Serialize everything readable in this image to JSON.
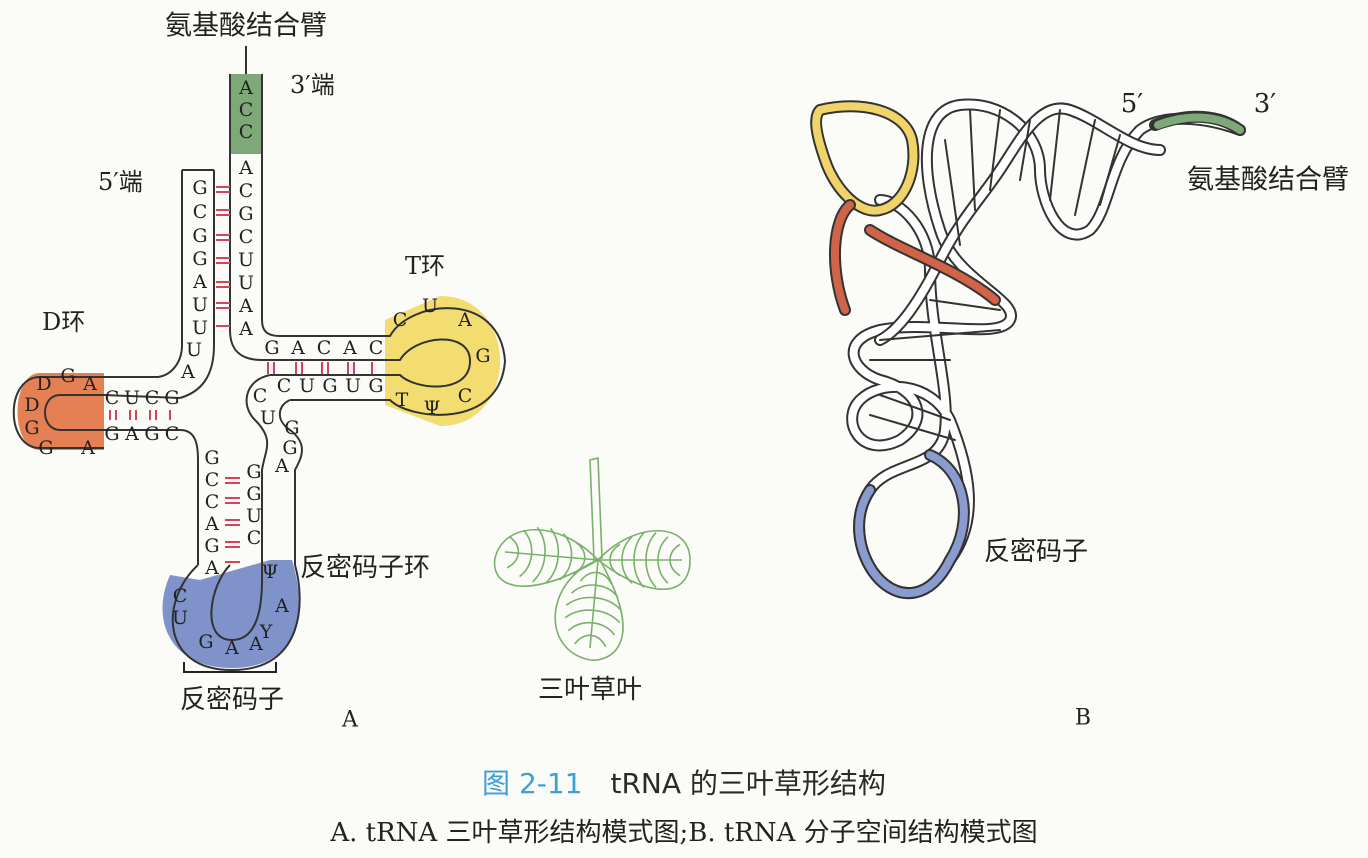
{
  "panelA": {
    "arm_label": "氨基酸结合臂",
    "end3_label": "3′端",
    "end5_label": "5′端",
    "dloop_label": "D环",
    "tloop_label": "T环",
    "anticodon_loop_label": "反密码子环",
    "anticodon_label": "反密码子",
    "clover_label": "三叶草叶",
    "panel_letter": "A",
    "seq_acc_end": [
      "A",
      "C",
      "C"
    ],
    "seq_acceptor_3": [
      "A",
      "C",
      "G",
      "C",
      "U",
      "U",
      "A",
      "A"
    ],
    "seq_acceptor_5": [
      "G",
      "C",
      "G",
      "G",
      "A",
      "U",
      "U",
      "U",
      "A"
    ],
    "seq_d_stem_top": [
      "C",
      "U",
      "C",
      "G"
    ],
    "seq_d_stem_bottom": [
      "G",
      "A",
      "G",
      "C"
    ],
    "seq_d_loop": [
      "A",
      "G",
      "D",
      "D",
      "G",
      "G",
      "A"
    ],
    "seq_t_stem_top": [
      "G",
      "A",
      "C",
      "A",
      "C"
    ],
    "seq_t_stem_bottom": [
      "C",
      "U",
      "G",
      "U",
      "G"
    ],
    "seq_t_loop": [
      "C",
      "U",
      "A",
      "G",
      "C",
      "Ψ",
      "T"
    ],
    "seq_variable": [
      "C",
      "U",
      "G",
      "G",
      "A"
    ],
    "seq_ac_stem_left": [
      "G",
      "C",
      "C",
      "A",
      "G",
      "A"
    ],
    "seq_ac_stem_right": [
      "G",
      "G",
      "U",
      "C"
    ],
    "seq_ac_loop": [
      "C",
      "U",
      "G",
      "A",
      "A",
      "Y",
      "A",
      "Ψ"
    ]
  },
  "panelB": {
    "label_5": "5′",
    "label_3": "3′",
    "arm_label": "氨基酸结合臂",
    "anticodon_label": "反密码子",
    "panel_letter": "B"
  },
  "caption": {
    "fig_number": "图 2-11",
    "title": "tRNA 的三叶草形结构",
    "subtitle": "A. tRNA 三叶草形结构模式图;B. tRNA 分子空间结构模式图"
  },
  "colors": {
    "green_accent": "#6e9e6a",
    "orange_dloop": "#e07a4e",
    "yellow_tloop": "#f3dc70",
    "blue_anticodon": "#7d8fc8",
    "red_bonds": "#d0455a",
    "caption_blue": "#3aa0d8",
    "clover_green": "#78b26a"
  }
}
